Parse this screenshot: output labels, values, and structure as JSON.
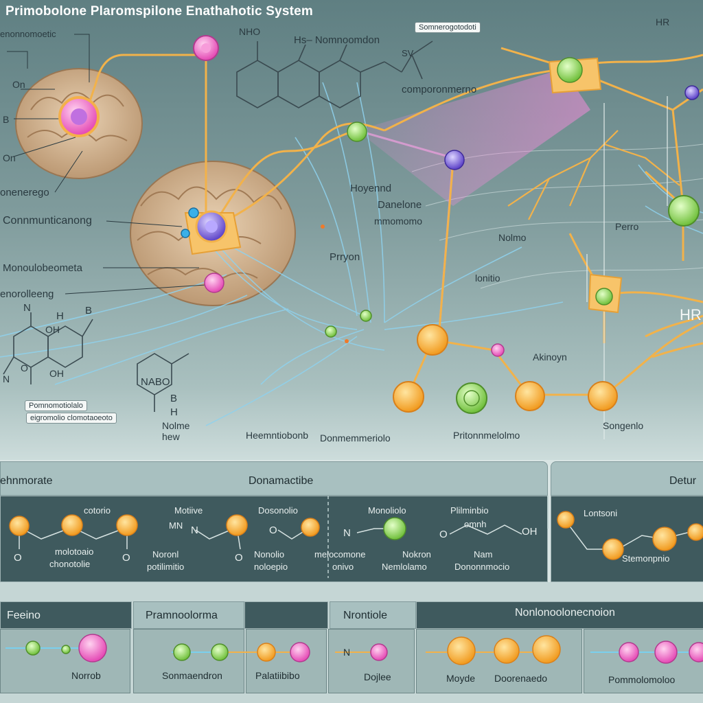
{
  "title": "Primobolone Plaromspilone Enathahotic System",
  "top_labels": {
    "l1": "enonnomoetic",
    "l2": "On",
    "l3": "B",
    "l4": "On",
    "l5": "onenerego",
    "l6": "Connmunticanong",
    "l7": "Monoulobeometa",
    "l8": "enorolleeng",
    "l9": "NHO",
    "l10": "Hs– Nomnoomdon",
    "l11": "Somnerogotodoti",
    "l12": "SV",
    "l13": "comporonmerno",
    "l14": "HR",
    "l15": "Hoyennd",
    "l16": "Danelone",
    "l17": "mmomomo",
    "l18": "Prryon",
    "l19": "Nolmo",
    "l20": "Perro",
    "l21": "lonitio",
    "l22": "Akinoyn",
    "l23": "HR",
    "l24": "N",
    "l25": "H",
    "l26": "B",
    "l27": "OH",
    "l28": "OH",
    "l29": "NABO",
    "l30": "Pomnomotiolalo",
    "l31": "eigromolio clomotaoeoto",
    "l32": "Nolme",
    "l33": "hew",
    "l34": "Heemntiobonb",
    "l35": "Donmemmeriolo",
    "l36": "Pritonnmelolmo",
    "l37": "Songenlo",
    "l38": "B",
    "l39": "H",
    "l40": "O",
    "l41": "N"
  },
  "panel1": {
    "head_left": "ehnmorate",
    "head_mid": "Donamactibe",
    "head_right": "Detur",
    "t1": "cotorio",
    "t2": "Motiive",
    "t3": "MN",
    "t4": "Dosonolio",
    "t5": "Monoliolo",
    "t6": "Plilminbio",
    "t7": "omnh",
    "t8": "Lontsoni",
    "t9": "molotoaio",
    "t10": "chonotolie",
    "t11": "Noronl",
    "t12": "potilimitio",
    "t13": "Nonolio",
    "t14": "noloepio",
    "t15": "melocomone",
    "t16": "onivo",
    "t17": "Nokron",
    "t18": "Nemlolamo",
    "t19": "Nam",
    "t20": "Dononnmocio",
    "t21": "Stemonpnio",
    "o1": "O",
    "o2": "O",
    "o3": "O",
    "o4": "O",
    "o5": "O",
    "o6": "OH",
    "n1": "N",
    "n2": "N"
  },
  "panel2": {
    "h1": "Feeino",
    "h2": "Pramnoolorma",
    "h3": "Nrontiole",
    "h4": "Nonlonoolonecnoion",
    "b1": "Norrob",
    "b2": "Sonmaendron",
    "b3": "Palatiibibo",
    "b4": "Dojlee",
    "b5": "Moyde",
    "b6": "Doorenaedo",
    "b7": "Pommolomoloo",
    "n": "N"
  }
}
